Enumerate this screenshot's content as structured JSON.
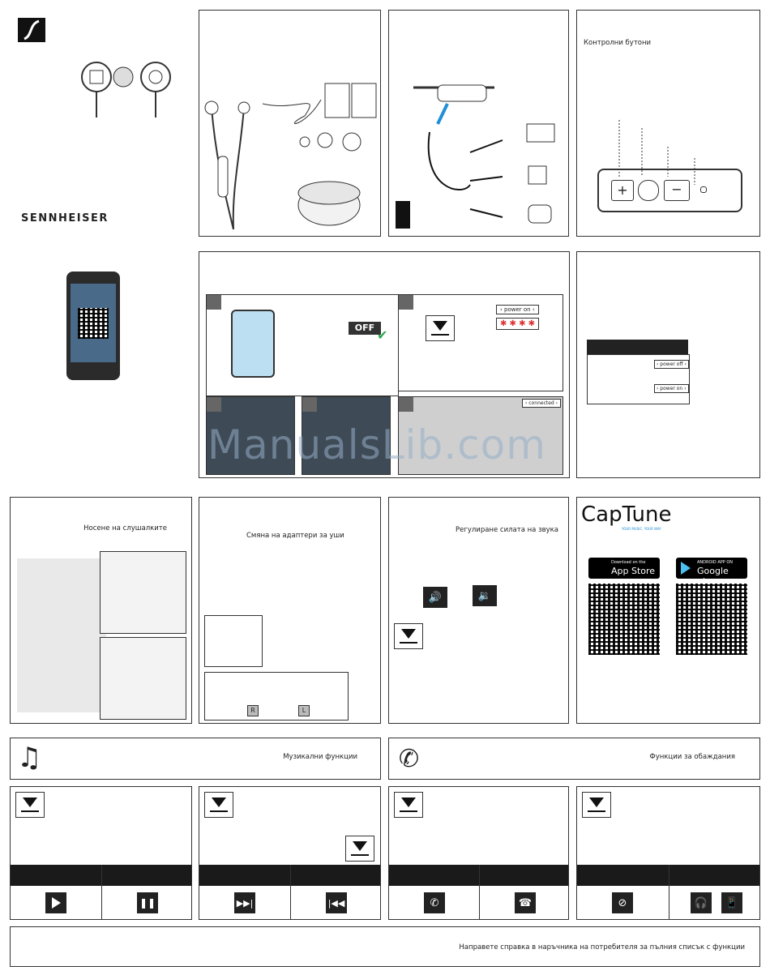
{
  "brand": {
    "name": "SENNHEISER"
  },
  "panels": {
    "controls_title": "Контролни бутони",
    "wearing_title": "Носене на слушалките",
    "adapters_title": "Смяна на адаптери за уши",
    "volume_title": "Регулиране силата на звука",
    "music_title": "Музикални функции",
    "calls_title": "Функции за обаждания",
    "footer_note": "Направете справка в наръчника на потребителя за пълния списък с функции"
  },
  "pairing": {
    "off_label": "OFF",
    "power_on": "› power on ‹",
    "power_off": "› power off ‹",
    "connected": "› connected ‹"
  },
  "earbuds": {
    "right": "R",
    "left": "L"
  },
  "captune": {
    "logo": "CapTune",
    "tagline": "YOUR MUSIC. YOUR WAY",
    "appstore_small": "Download on the",
    "appstore_big": "App Store",
    "googleplay_small": "ANDROID APP ON",
    "googleplay_big": "Google play"
  },
  "watermark": "ManualsLib.com",
  "icons": [
    "music-notes-icon",
    "phone-icon",
    "play-icon",
    "pause-icon",
    "next-track-icon",
    "previous-track-icon",
    "accept-call-icon",
    "end-call-icon",
    "reject-call-icon",
    "transfer-call-icon"
  ]
}
